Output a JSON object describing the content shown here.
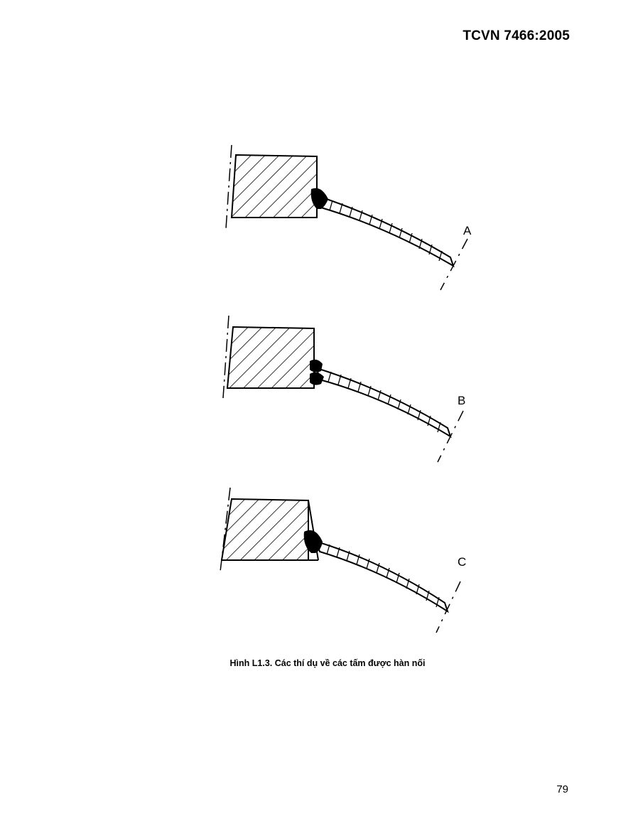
{
  "header": {
    "standard_code": "TCVN 7466:2005"
  },
  "figure": {
    "panels": [
      {
        "label": "A",
        "weld_style": "single-fillet"
      },
      {
        "label": "B",
        "weld_style": "double-bead"
      },
      {
        "label": "C",
        "weld_style": "single-fillet-low"
      }
    ],
    "caption": "Hình L1.3. Các thí dụ về các tấm được hàn nối"
  },
  "footer": {
    "page_number": "79"
  },
  "colors": {
    "ink": "#000000",
    "paper": "#ffffff"
  }
}
